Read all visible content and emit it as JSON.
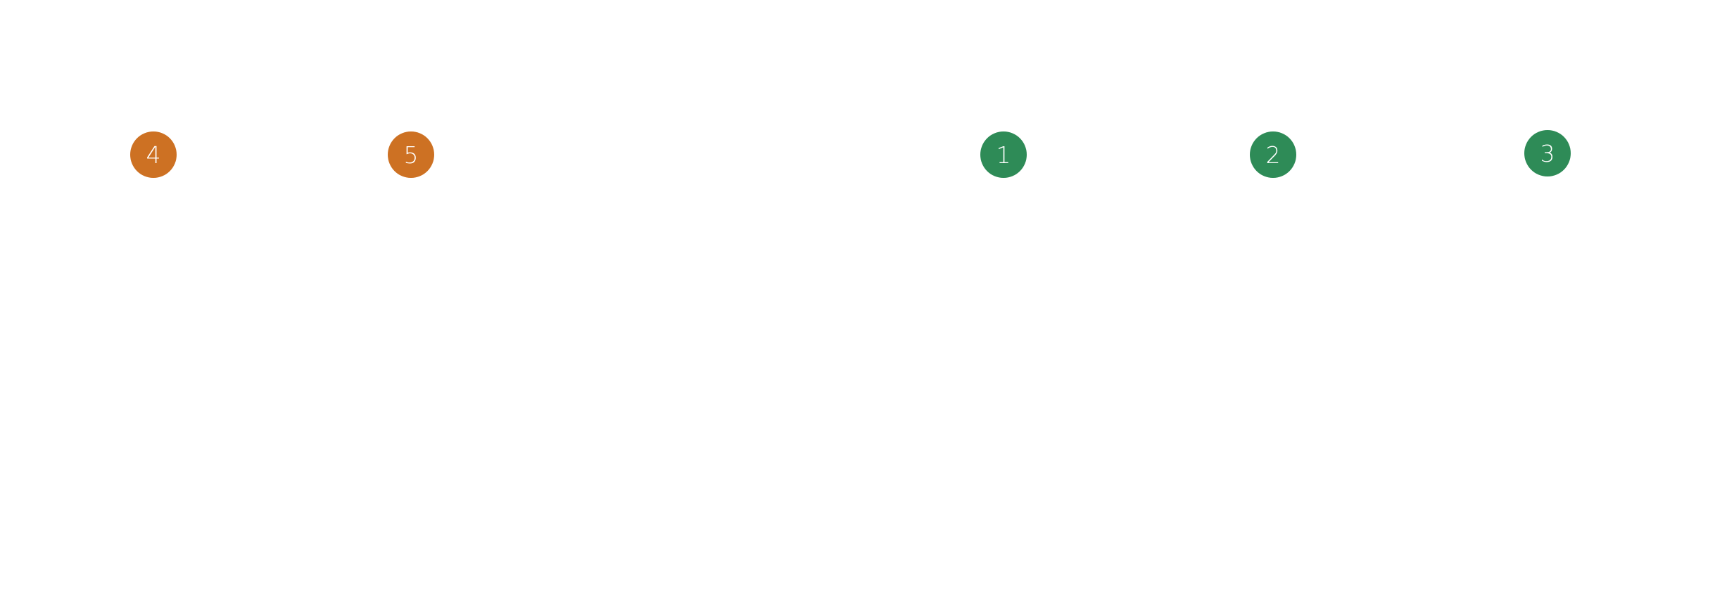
{
  "markers": [
    {
      "label": "4",
      "color": "#cd7123"
    },
    {
      "label": "5",
      "color": "#cd7123"
    },
    {
      "label": "1",
      "color": "#2e8b57"
    },
    {
      "label": "2",
      "color": "#2e8b57"
    },
    {
      "label": "3",
      "color": "#2e8b57"
    }
  ]
}
